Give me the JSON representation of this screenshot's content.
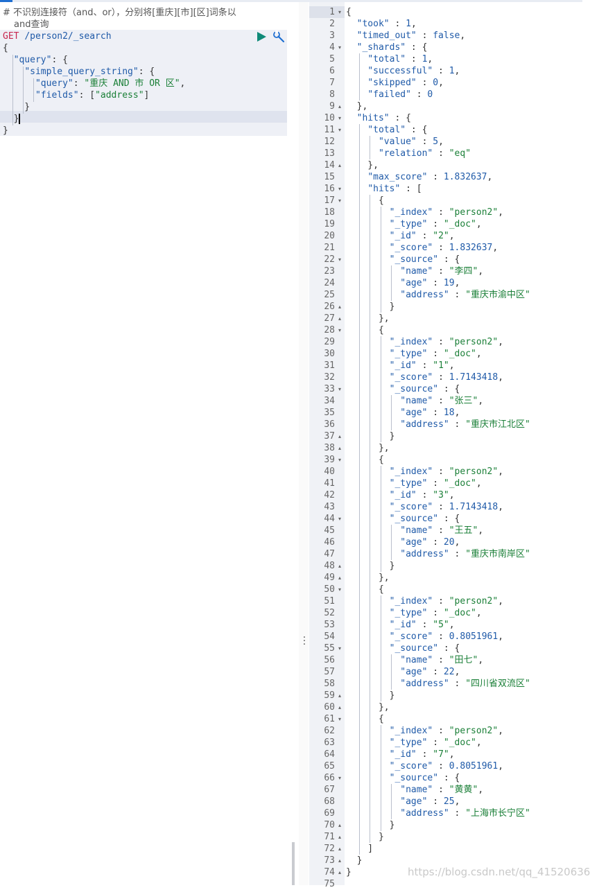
{
  "request": {
    "comment_line1": "# 不识别连接符（and、or），分别将[重庆][市][区]词条以",
    "comment_line2": "and查询",
    "method": "GET",
    "path": "/person2/_search",
    "body": [
      "{",
      "  \"query\": {",
      "    \"simple_query_string\": {",
      "      \"query\": \"重庆 AND 市 OR 区\",",
      "      \"fields\": [\"address\"]",
      "    }",
      "  }",
      "}"
    ]
  },
  "icons": {
    "run": "play-icon",
    "settings": "wrench-icon",
    "resize": "vertical-dots-icon"
  },
  "colors": {
    "key": "#1f5aa8",
    "string": "#1a7f37",
    "method": "#c7254e",
    "run": "#0f8a78",
    "wrench": "#1f6fd1"
  },
  "response": {
    "lines": [
      {
        "n": "1",
        "f": "v",
        "t": "{"
      },
      {
        "n": "2",
        "f": "",
        "t": "  \"took\" : 1,"
      },
      {
        "n": "3",
        "f": "",
        "t": "  \"timed_out\" : false,"
      },
      {
        "n": "4",
        "f": "v",
        "t": "  \"_shards\" : {"
      },
      {
        "n": "5",
        "f": "",
        "t": "    \"total\" : 1,"
      },
      {
        "n": "6",
        "f": "",
        "t": "    \"successful\" : 1,"
      },
      {
        "n": "7",
        "f": "",
        "t": "    \"skipped\" : 0,"
      },
      {
        "n": "8",
        "f": "",
        "t": "    \"failed\" : 0"
      },
      {
        "n": "9",
        "f": "^",
        "t": "  },"
      },
      {
        "n": "10",
        "f": "v",
        "t": "  \"hits\" : {"
      },
      {
        "n": "11",
        "f": "v",
        "t": "    \"total\" : {"
      },
      {
        "n": "12",
        "f": "",
        "t": "      \"value\" : 5,"
      },
      {
        "n": "13",
        "f": "",
        "t": "      \"relation\" : \"eq\""
      },
      {
        "n": "14",
        "f": "^",
        "t": "    },"
      },
      {
        "n": "15",
        "f": "",
        "t": "    \"max_score\" : 1.832637,"
      },
      {
        "n": "16",
        "f": "v",
        "t": "    \"hits\" : ["
      },
      {
        "n": "17",
        "f": "v",
        "t": "      {"
      },
      {
        "n": "18",
        "f": "",
        "t": "        \"_index\" : \"person2\","
      },
      {
        "n": "19",
        "f": "",
        "t": "        \"_type\" : \"_doc\","
      },
      {
        "n": "20",
        "f": "",
        "t": "        \"_id\" : \"2\","
      },
      {
        "n": "21",
        "f": "",
        "t": "        \"_score\" : 1.832637,"
      },
      {
        "n": "22",
        "f": "v",
        "t": "        \"_source\" : {"
      },
      {
        "n": "23",
        "f": "",
        "t": "          \"name\" : \"李四\","
      },
      {
        "n": "24",
        "f": "",
        "t": "          \"age\" : 19,"
      },
      {
        "n": "25",
        "f": "",
        "t": "          \"address\" : \"重庆市渝中区\""
      },
      {
        "n": "26",
        "f": "^",
        "t": "        }"
      },
      {
        "n": "27",
        "f": "^",
        "t": "      },"
      },
      {
        "n": "28",
        "f": "v",
        "t": "      {"
      },
      {
        "n": "29",
        "f": "",
        "t": "        \"_index\" : \"person2\","
      },
      {
        "n": "30",
        "f": "",
        "t": "        \"_type\" : \"_doc\","
      },
      {
        "n": "31",
        "f": "",
        "t": "        \"_id\" : \"1\","
      },
      {
        "n": "32",
        "f": "",
        "t": "        \"_score\" : 1.7143418,"
      },
      {
        "n": "33",
        "f": "v",
        "t": "        \"_source\" : {"
      },
      {
        "n": "34",
        "f": "",
        "t": "          \"name\" : \"张三\","
      },
      {
        "n": "35",
        "f": "",
        "t": "          \"age\" : 18,"
      },
      {
        "n": "36",
        "f": "",
        "t": "          \"address\" : \"重庆市江北区\""
      },
      {
        "n": "37",
        "f": "^",
        "t": "        }"
      },
      {
        "n": "38",
        "f": "^",
        "t": "      },"
      },
      {
        "n": "39",
        "f": "v",
        "t": "      {"
      },
      {
        "n": "40",
        "f": "",
        "t": "        \"_index\" : \"person2\","
      },
      {
        "n": "41",
        "f": "",
        "t": "        \"_type\" : \"_doc\","
      },
      {
        "n": "42",
        "f": "",
        "t": "        \"_id\" : \"3\","
      },
      {
        "n": "43",
        "f": "",
        "t": "        \"_score\" : 1.7143418,"
      },
      {
        "n": "44",
        "f": "v",
        "t": "        \"_source\" : {"
      },
      {
        "n": "45",
        "f": "",
        "t": "          \"name\" : \"王五\","
      },
      {
        "n": "46",
        "f": "",
        "t": "          \"age\" : 20,"
      },
      {
        "n": "47",
        "f": "",
        "t": "          \"address\" : \"重庆市南岸区\""
      },
      {
        "n": "48",
        "f": "^",
        "t": "        }"
      },
      {
        "n": "49",
        "f": "^",
        "t": "      },"
      },
      {
        "n": "50",
        "f": "v",
        "t": "      {"
      },
      {
        "n": "51",
        "f": "",
        "t": "        \"_index\" : \"person2\","
      },
      {
        "n": "52",
        "f": "",
        "t": "        \"_type\" : \"_doc\","
      },
      {
        "n": "53",
        "f": "",
        "t": "        \"_id\" : \"5\","
      },
      {
        "n": "54",
        "f": "",
        "t": "        \"_score\" : 0.8051961,"
      },
      {
        "n": "55",
        "f": "v",
        "t": "        \"_source\" : {"
      },
      {
        "n": "56",
        "f": "",
        "t": "          \"name\" : \"田七\","
      },
      {
        "n": "57",
        "f": "",
        "t": "          \"age\" : 22,"
      },
      {
        "n": "58",
        "f": "",
        "t": "          \"address\" : \"四川省双流区\""
      },
      {
        "n": "59",
        "f": "^",
        "t": "        }"
      },
      {
        "n": "60",
        "f": "^",
        "t": "      },"
      },
      {
        "n": "61",
        "f": "v",
        "t": "      {"
      },
      {
        "n": "62",
        "f": "",
        "t": "        \"_index\" : \"person2\","
      },
      {
        "n": "63",
        "f": "",
        "t": "        \"_type\" : \"_doc\","
      },
      {
        "n": "64",
        "f": "",
        "t": "        \"_id\" : \"7\","
      },
      {
        "n": "65",
        "f": "",
        "t": "        \"_score\" : 0.8051961,"
      },
      {
        "n": "66",
        "f": "v",
        "t": "        \"_source\" : {"
      },
      {
        "n": "67",
        "f": "",
        "t": "          \"name\" : \"黄黄\","
      },
      {
        "n": "68",
        "f": "",
        "t": "          \"age\" : 25,"
      },
      {
        "n": "69",
        "f": "",
        "t": "          \"address\" : \"上海市长宁区\""
      },
      {
        "n": "70",
        "f": "^",
        "t": "        }"
      },
      {
        "n": "71",
        "f": "^",
        "t": "      }"
      },
      {
        "n": "72",
        "f": "^",
        "t": "    ]"
      },
      {
        "n": "73",
        "f": "^",
        "t": "  }"
      },
      {
        "n": "74",
        "f": "^",
        "t": "}"
      },
      {
        "n": "75",
        "f": "",
        "t": ""
      }
    ]
  },
  "watermark": "https://blog.csdn.net/qq_41520636"
}
